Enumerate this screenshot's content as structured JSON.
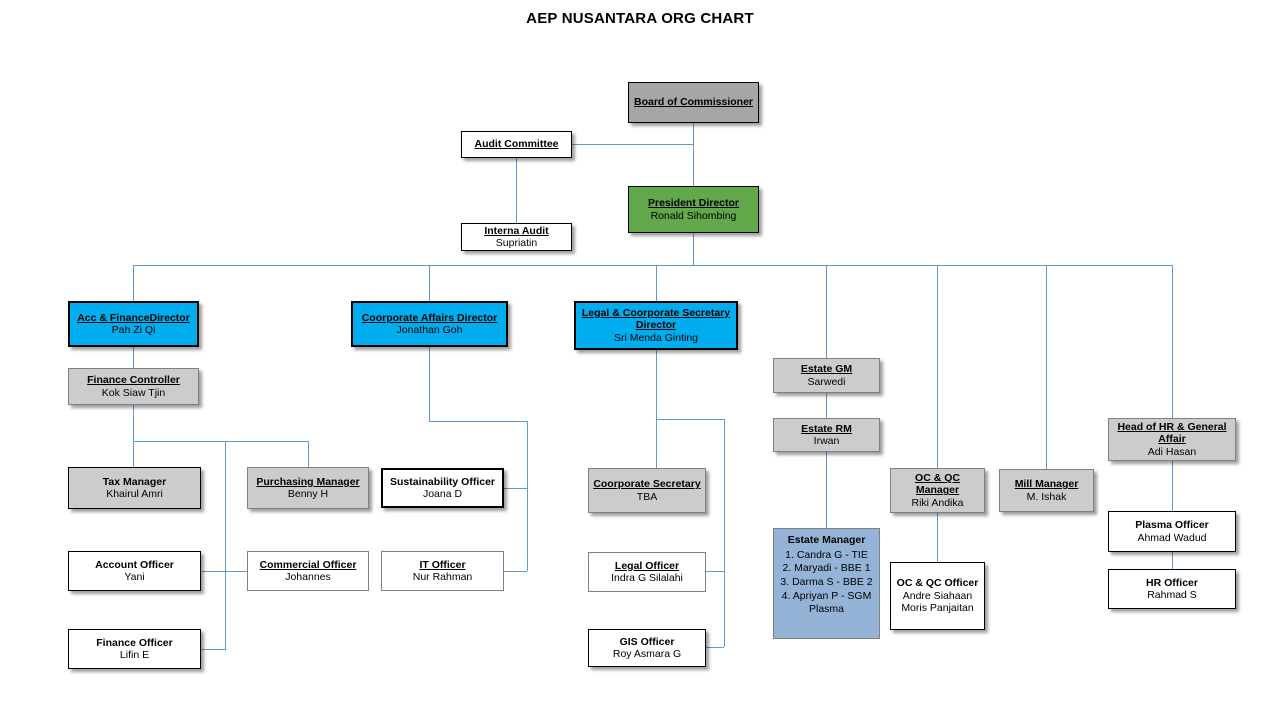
{
  "chart_title": "AEP NUSANTARA ORG CHART",
  "colors": {
    "line": "#5B9BD5",
    "dark_gray_fill": "#A6A6A6",
    "light_gray_fill": "#CCCCCC",
    "green_fill": "#60A84A",
    "cyan_fill": "#00AEEF",
    "light_blue_fill": "#95B3D7",
    "white_fill": "#FFFFFF"
  },
  "nodes": {
    "board_of_commissioner": {
      "title": "Board of Commissioner",
      "name": ""
    },
    "audit_committee": {
      "title": "Audit Committee",
      "name": ""
    },
    "internal_audit": {
      "title": "Interna Audit",
      "name": "Supriatin"
    },
    "president_director": {
      "title": "President Director",
      "name": "Ronald Sihombing"
    },
    "acc_finance_director": {
      "title": "Acc & FinanceDirector",
      "name": "Pah Zi Qi"
    },
    "finance_controller": {
      "title": "Finance Controller",
      "name": "Kok Siaw Tjin"
    },
    "tax_manager": {
      "title": "Tax Manager",
      "name": "Khairul Amri"
    },
    "account_officer": {
      "title": "Account Officer",
      "name": "Yani"
    },
    "finance_officer": {
      "title": "Finance Officer",
      "name": "Lifin E"
    },
    "purchasing_manager": {
      "title": "Purchasing Manager",
      "name": "Benny H"
    },
    "commercial_officer": {
      "title": "Commercial Officer",
      "name": "Johannes"
    },
    "corporate_affairs_director": {
      "title": "Coorporate Affairs Director",
      "name": "Jonathan Goh"
    },
    "sustainability_officer": {
      "title": "Sustainability Officer",
      "name": "Joana D"
    },
    "it_officer": {
      "title": "IT Officer",
      "name": "Nur Rahman"
    },
    "legal_corporate_secretary_director": {
      "title": "Legal & Coorporate Secretary Director",
      "name": "Sri Menda Ginting"
    },
    "corporate_secretary": {
      "title": "Coorporate Secretary",
      "name": "TBA"
    },
    "legal_officer": {
      "title": "Legal Officer",
      "name": "Indra G Silalahi"
    },
    "gis_officer": {
      "title": "GIS Officer",
      "name": "Roy Asmara G"
    },
    "estate_gm": {
      "title": "Estate GM",
      "name": "Sarwedi"
    },
    "estate_rm": {
      "title": "Estate RM",
      "name": "Irwan"
    },
    "estate_manager": {
      "title": "Estate Manager",
      "entries": [
        "1. Candra G - TIE",
        "2. Maryadi - BBE 1",
        "3. Darma S - BBE 2",
        "4. Apriyan P - SGM",
        "Plasma"
      ]
    },
    "oc_qc_manager": {
      "title": "OC  & QC Manager",
      "name": "Riki Andika"
    },
    "oc_qc_officer": {
      "title": "OC & QC Officer",
      "name_1": "Andre Siahaan",
      "name_2": "Moris Panjaitan"
    },
    "mill_manager": {
      "title": "Mill Manager",
      "name": "M. Ishak"
    },
    "head_of_hr_general_affair": {
      "title": "Head of  HR & General Affair",
      "name": "Adi Hasan"
    },
    "plasma_officer": {
      "title": "Plasma Officer",
      "name": "Ahmad Wadud"
    },
    "hr_officer": {
      "title": "HR Officer",
      "name": "Rahmad S"
    }
  }
}
